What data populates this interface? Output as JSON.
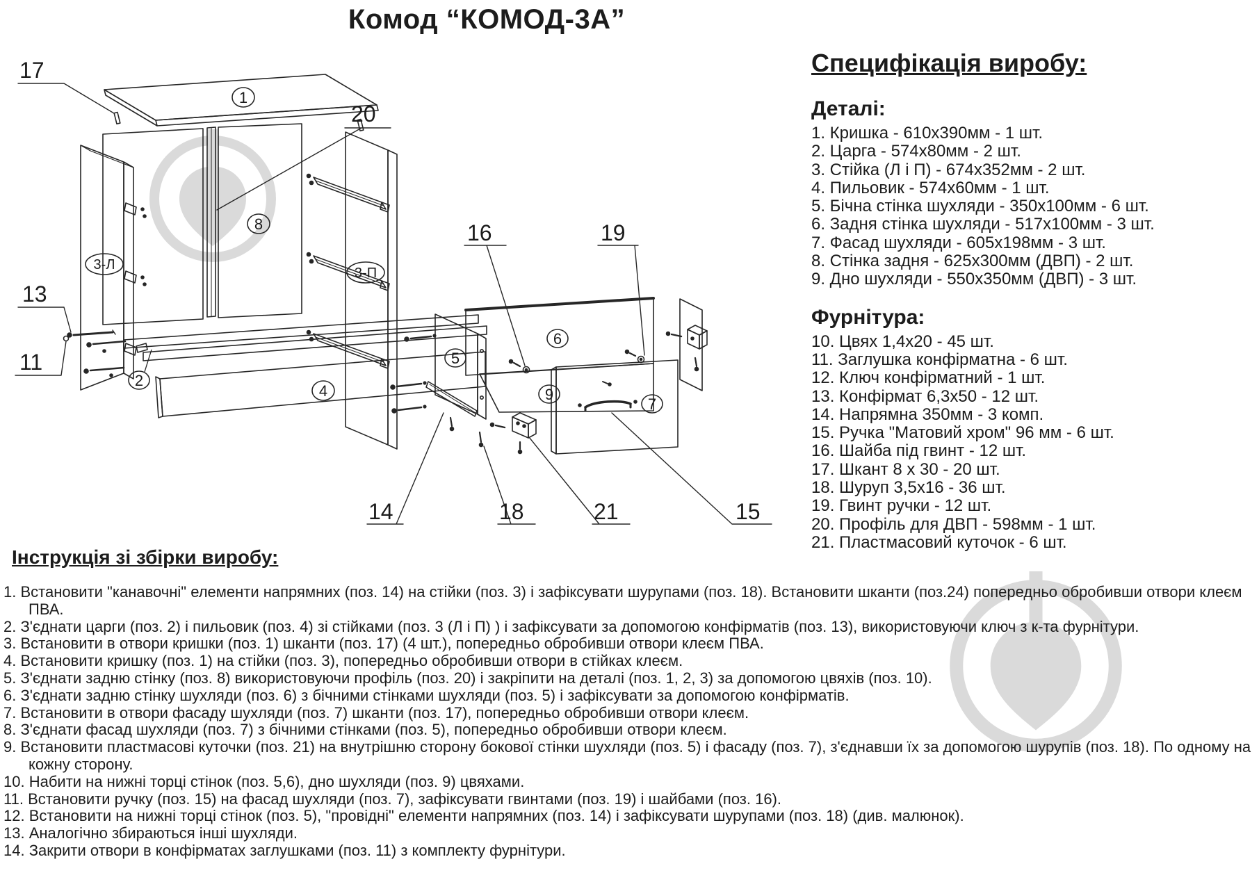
{
  "title": "Комод “КОМОД-3А”",
  "spec": {
    "heading": "Специфікація виробу:",
    "details_heading": "Деталі:",
    "details": [
      "1. Кришка - 610х390мм - 1 шт.",
      "2. Царга - 574х80мм - 2 шт.",
      "3. Стійка (Л і П) - 674х352мм - 2 шт.",
      "4. Пильовик - 574х60мм - 1 шт.",
      "5. Бічна стінка шухляди - 350х100мм - 6 шт.",
      "6. Задня стінка шухляди - 517х100мм - 3 шт.",
      "7. Фасад шухляди - 605х198мм - 3 шт.",
      "8. Стінка задня - 625х300мм (ДВП) - 2 шт.",
      "9. Дно шухляди - 550х350мм (ДВП) - 3 шт."
    ],
    "hardware_heading": "Фурнітура:",
    "hardware": [
      "10. Цвях 1,4х20 - 45 шт.",
      "11. Заглушка конфірматна - 6 шт.",
      "12. Ключ конфірматний - 1 шт.",
      "13. Конфірмат 6,3х50 - 12 шт.",
      "14. Напрямна 350мм - 3 комп.",
      "15. Ручка \"Матовий хром\" 96 мм - 6 шт.",
      "16. Шайба під гвинт - 12 шт.",
      "17. Шкант 8 х 30 - 20 шт.",
      "18. Шуруп 3,5х16 - 36 шт.",
      "19. Гвинт ручки - 12 шт.",
      "20. Профіль для ДВП - 598мм - 1 шт.",
      "21. Пластмасовий куточок - 6 шт."
    ]
  },
  "instructions": {
    "heading": "Інструкція зі збірки виробу:",
    "steps": [
      "1. Встановити \"канавочні\" елементи напрямних (поз. 14) на стійки (поз. 3) і зафіксувати шурупами (поз. 18). Встановити шканти (поз.24) попередньо обробивши отвори клеєм ПВА.",
      "2. З'єднати царги (поз. 2) і пильовик (поз. 4) зі стійками (поз. 3 (Л і П) ) і зафіксувати за допомогою конфірматів (поз. 13), використовуючи ключ з к-та фурнітури.",
      "3. Встановити в отвори кришки (поз. 1) шканти (поз. 17) (4 шт.), попередньо обробивши отвори клеєм ПВА.",
      "4. Встановити кришку (поз. 1) на стійки (поз. 3), попередньо обробивши отвори в стійках клеєм.",
      "5. З'єднати задню стінку (поз. 8) використовуючи профіль (поз. 20) і закріпити на деталі (поз. 1, 2, 3) за допомогою цвяхів (поз. 10).",
      "6. З'єднати задню стінку шухляди (поз. 6) з бічними стінками шухляди (поз. 5) і зафіксувати за допомогою конфірматів.",
      "7. Встановити в отвори фасаду шухляди (поз. 7) шканти (поз. 17), попередньо обробивши отвори клеєм.",
      "8. З'єднати фасад шухляди (поз. 7) з бічними стінками (поз. 5), попередньо обробивши отвори клеєм.",
      "9. Встановити пластмасові куточки (поз. 21) на внутрішню сторону бокової стінки шухляди (поз. 5) і фасаду (поз. 7), з'єднавши їх за допомогою шурупів (поз. 18). По одному на кожну сторону.",
      "10. Набити на нижні торці стінок (поз. 5,6), дно шухляди (поз. 9) цвяхами.",
      "11. Встановити ручку (поз. 15) на фасад шухляди (поз. 7), зафіксувати гвинтами (поз. 19) і шайбами (поз. 16).",
      "12. Встановити на нижні торці стінок (поз. 5), \"провідні\" елементи напрямних (поз. 14) і зафіксувати шурупами (поз. 18) (див. малюнок).",
      "13. Аналогічно збираються інші шухляди.",
      "14. Закрити отвори в конфірматах заглушками (поз. 11) з комплекту фурнітури."
    ]
  },
  "diagram": {
    "parts": {
      "top_panel": "1",
      "rail": "2",
      "dust_board": "4",
      "drawer_side": "5",
      "drawer_back": "6",
      "drawer_facade": "7",
      "back_wall": "8",
      "drawer_bottom": "9",
      "side_left": "3-Л",
      "side_right": "3-П"
    },
    "callouts": {
      "c11": "11",
      "c13": "13",
      "c14": "14",
      "c15": "15",
      "c16": "16",
      "c17": "17",
      "c18": "18",
      "c19": "19",
      "c20": "20",
      "c21": "21"
    }
  }
}
